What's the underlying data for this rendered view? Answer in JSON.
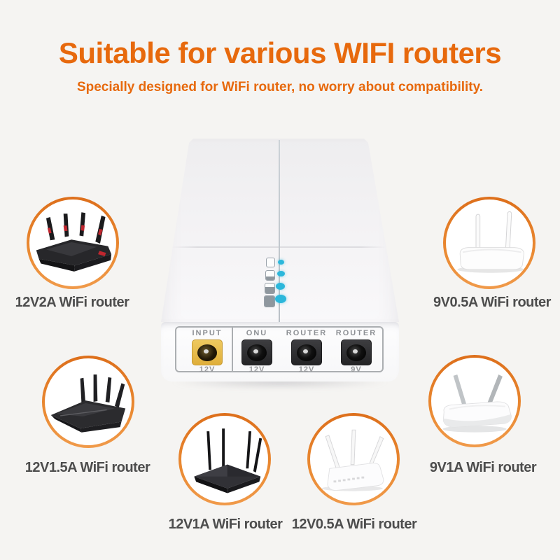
{
  "header": {
    "title": "Suitable for various WIFI routers",
    "subtitle": "Specially designed for WiFi router, no worry about compatibility.",
    "accent_color": "#e7690d"
  },
  "device": {
    "type": "mini UPS power box for routers",
    "status_leds": {
      "count": 4,
      "color": "#2cb7db",
      "battery_icons": [
        "battery-empty",
        "battery-one-bar",
        "battery-two-bars",
        "battery-full"
      ]
    },
    "ports": [
      {
        "label": "INPUT",
        "voltage": "12V",
        "jack": "dc-jack-yellow"
      },
      {
        "label": "ONU",
        "voltage": "12V",
        "jack": "dc-jack-black"
      },
      {
        "label": "ROUTER",
        "voltage": "12V",
        "jack": "dc-jack-black"
      },
      {
        "label": "ROUTER",
        "voltage": "9V",
        "jack": "dc-jack-black"
      }
    ]
  },
  "routers": [
    {
      "label": "12V2A WiFi router",
      "image": "black-gaming-router-4-antennas-red-accents"
    },
    {
      "label": "9V0.5A WiFi router",
      "image": "white-router-2-antennas"
    },
    {
      "label": "12V1.5A WiFi router",
      "image": "black-wedge-router-4-antennas"
    },
    {
      "label": "9V1A WiFi router",
      "image": "white-router-2-gray-antennas"
    },
    {
      "label": "12V1A WiFi router",
      "image": "black-diamond-router-4-antennas"
    },
    {
      "label": "12V0.5A WiFi router",
      "image": "white-router-3-antennas"
    }
  ],
  "colors": {
    "background": "#f5f4f2",
    "circle_ring": "#e2761e",
    "label_text": "#4d4d4d",
    "led_blue": "#2cb7db",
    "input_jack_yellow": "#e6bd4c",
    "port_text_gray": "#8d9094"
  }
}
